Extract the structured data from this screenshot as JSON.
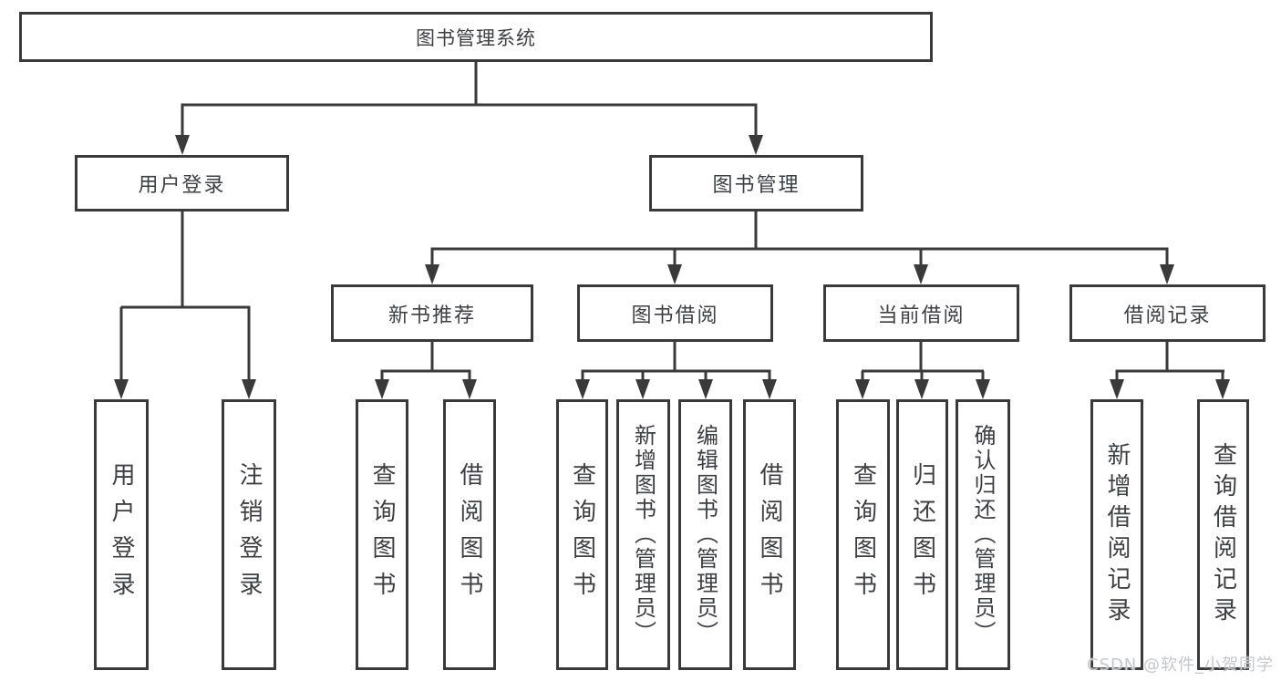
{
  "diagram": {
    "root": {
      "label": "图书管理系统"
    },
    "level2": [
      {
        "label": "用户登录"
      },
      {
        "label": "图书管理"
      }
    ],
    "level3": [
      {
        "label": "新书推荐"
      },
      {
        "label": "图书借阅"
      },
      {
        "label": "当前借阅"
      },
      {
        "label": "借阅记录"
      }
    ],
    "leaves": {
      "login": [
        {
          "label": "用户登录"
        },
        {
          "label": "注销登录"
        }
      ],
      "recommend": [
        {
          "label": "查询图书"
        },
        {
          "label": "借阅图书"
        }
      ],
      "borrow": [
        {
          "label": "查询图书"
        },
        {
          "label": "新增图书（管理员）"
        },
        {
          "label": "编辑图书（管理员）"
        },
        {
          "label": "借阅图书"
        }
      ],
      "current": [
        {
          "label": "查询图书"
        },
        {
          "label": "归还图书"
        },
        {
          "label": "确认归还（管理员）"
        }
      ],
      "records": [
        {
          "label": "新增借阅记录"
        },
        {
          "label": "查询借阅记录"
        }
      ]
    },
    "colors": {
      "line": "#3a3a3a",
      "text": "#3d3f44",
      "watermark": "#c4c7cd"
    },
    "watermark": "CSDN @软件_小贺同学"
  }
}
